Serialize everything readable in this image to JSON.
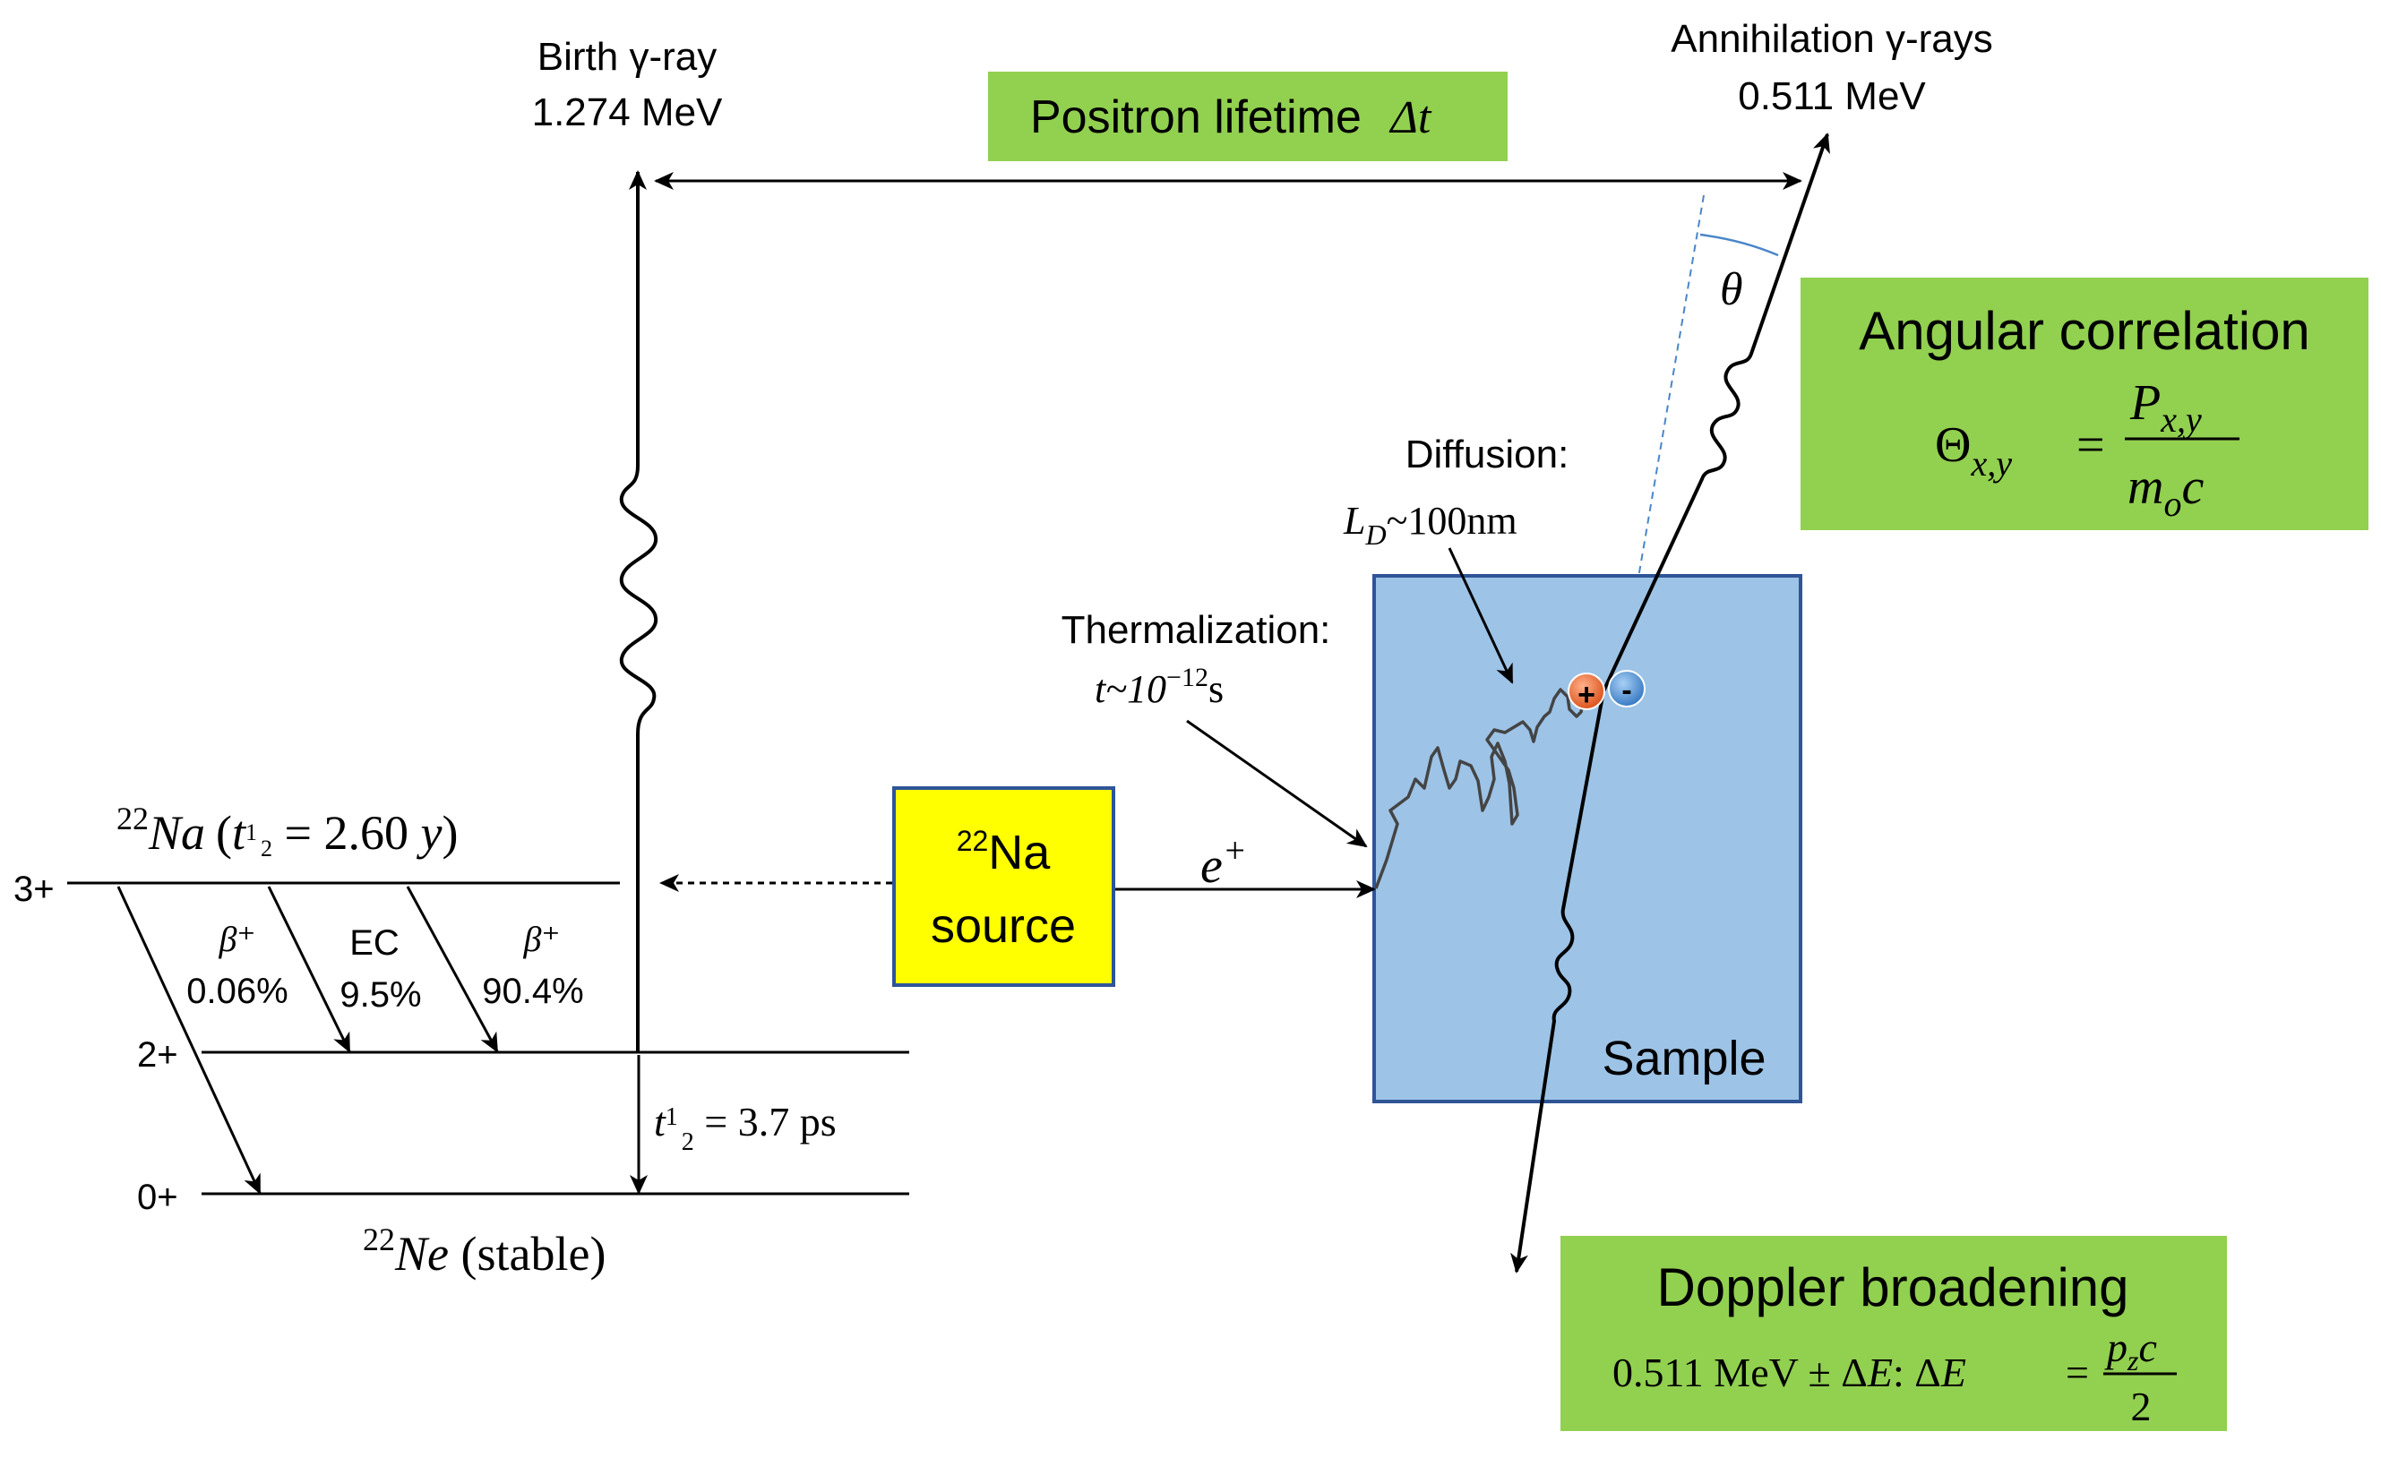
{
  "colors": {
    "green_box": "#92d050",
    "yellow_box": "#ffff00",
    "sample_fill": "#9dc3e6",
    "sample_border": "#2f5597",
    "positron": "#e8622c",
    "electron": "#4a8fd0",
    "dashed_blue": "#4a86c8"
  },
  "birth_gamma": {
    "line1": "Birth γ-ray",
    "line2": "1.274 MeV"
  },
  "annihilation_gamma": {
    "line1": "Annihilation γ-rays",
    "line2": "0.511 MeV"
  },
  "positron_lifetime": {
    "text": "Positron lifetime",
    "symbol": "Δt"
  },
  "angular_correlation": {
    "title": "Angular correlation",
    "lhs_main": "Θ",
    "lhs_sub": "x,y",
    "equals": "=",
    "num_main": "P",
    "num_sub": "x,y",
    "den_main": "m",
    "den_sub": "o",
    "den_tail": "c"
  },
  "theta": "θ",
  "diffusion": {
    "line1": "Diffusion:",
    "sym": "L",
    "sub": "D",
    "rest": "~100nm"
  },
  "thermalization": {
    "line1": "Thermalization:",
    "pre": "t~10",
    "sup": "−12",
    "unit": "s"
  },
  "source": {
    "sup": "22",
    "name": "Na",
    "line2": "source"
  },
  "positron_label": {
    "main": "e",
    "sup": "+"
  },
  "sample_label": "Sample",
  "particles": {
    "positron": "+",
    "electron": "-"
  },
  "levels": {
    "l3": "3+",
    "l2": "2+",
    "l0": "0+"
  },
  "na22": {
    "sup": "22",
    "name": "Na",
    "open": "(",
    "t": "t",
    "half_num": "1",
    "half_den": "2",
    "rest": " = 2.60 ",
    "y": "y",
    "close": ")"
  },
  "ne22": {
    "sup": "22",
    "name": "Ne",
    "rest": " (stable)"
  },
  "decay_labels": [
    {
      "top": "β⁺",
      "bottom": "0.06%"
    },
    {
      "top": "EC",
      "bottom": "9.5%"
    },
    {
      "top": "β⁺",
      "bottom": "90.4%"
    }
  ],
  "half_life_ne": {
    "t": "t",
    "half_num": "1",
    "half_den": "2",
    "rest": " = 3.7 ps"
  },
  "doppler": {
    "title": "Doppler broadening",
    "eq_left": "0.511 MeV ± Δ",
    "E1": "E",
    "colon": ": Δ",
    "E2": "E",
    "equals": "=",
    "num_main": "p",
    "num_sub": "z",
    "num_tail": "c",
    "den": "2"
  }
}
